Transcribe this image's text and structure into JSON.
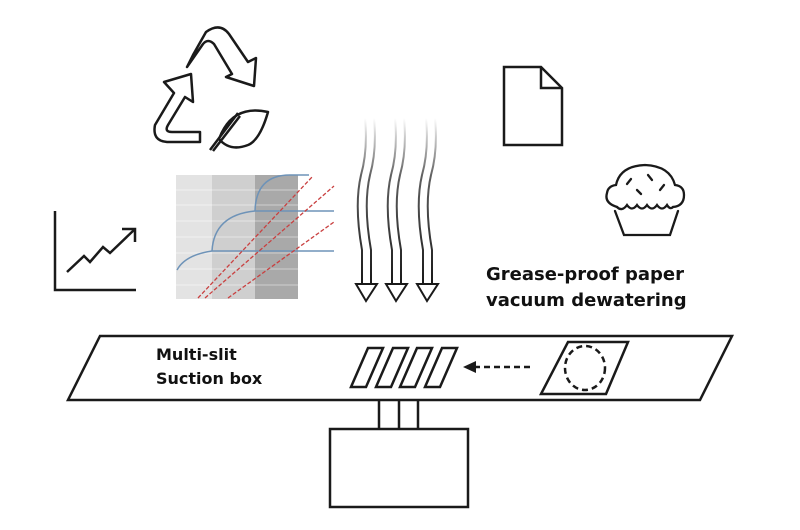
{
  "labels": {
    "grease_line1": "Grease-proof paper",
    "grease_line2": "vacuum dewatering",
    "suction_line1": "Multi-slit",
    "suction_line2": "Suction box"
  },
  "icons": {
    "recycle_leaf": "recycle-leaf-icon",
    "trend": "trend-up-icon",
    "document": "document-icon",
    "muffin": "muffin-icon",
    "airflow": "airflow-arrows-icon",
    "chart": "dewatering-chart-thumbnail"
  },
  "colors": {
    "ink": "#1a1a1a",
    "curve_blue": "#6e93b8",
    "dash_red": "#c94040",
    "band_light": "#e3e3e3",
    "band_mid": "#cfcfcf",
    "band_dark": "#a9a9a9"
  },
  "diagram": {
    "slit_count": 4,
    "airflow_arrow_count": 3,
    "chart_curve_count": 3,
    "chart_dashed_line_count": 3
  }
}
